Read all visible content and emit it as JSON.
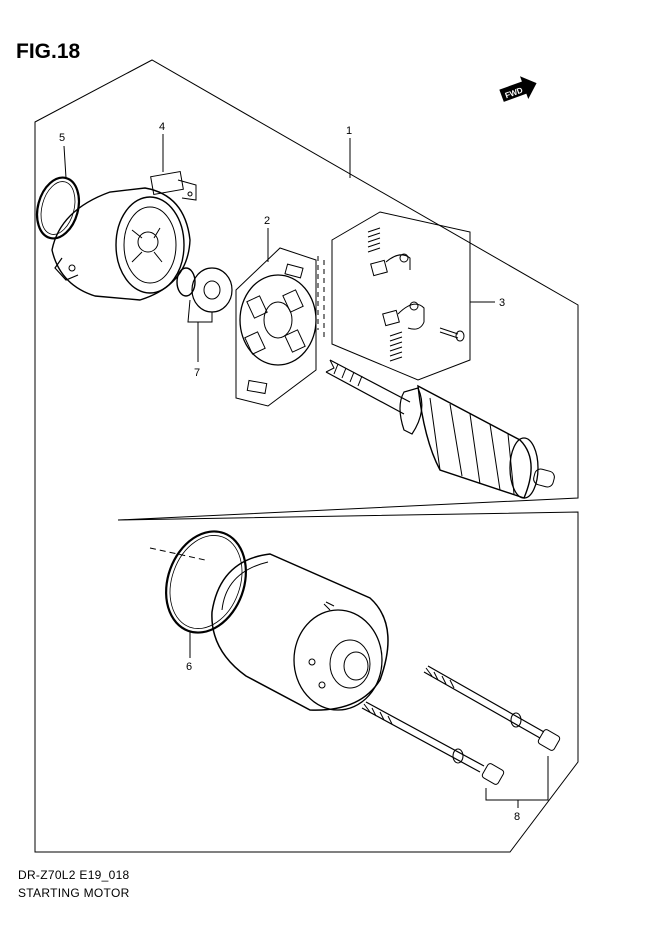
{
  "figure": {
    "title": "FIG.18",
    "model_code": "DR-Z70L2 E19_018",
    "caption": "STARTING MOTOR",
    "direction_badge": "FWD"
  },
  "callouts": [
    {
      "id": "1",
      "part": "armature-assembly"
    },
    {
      "id": "2",
      "part": "brush-holder"
    },
    {
      "id": "3",
      "part": "brush-set"
    },
    {
      "id": "4",
      "part": "end-cover"
    },
    {
      "id": "5",
      "part": "o-ring-small"
    },
    {
      "id": "6",
      "part": "o-ring-large"
    },
    {
      "id": "7",
      "part": "washer-set"
    },
    {
      "id": "8",
      "part": "housing-bolts"
    }
  ]
}
